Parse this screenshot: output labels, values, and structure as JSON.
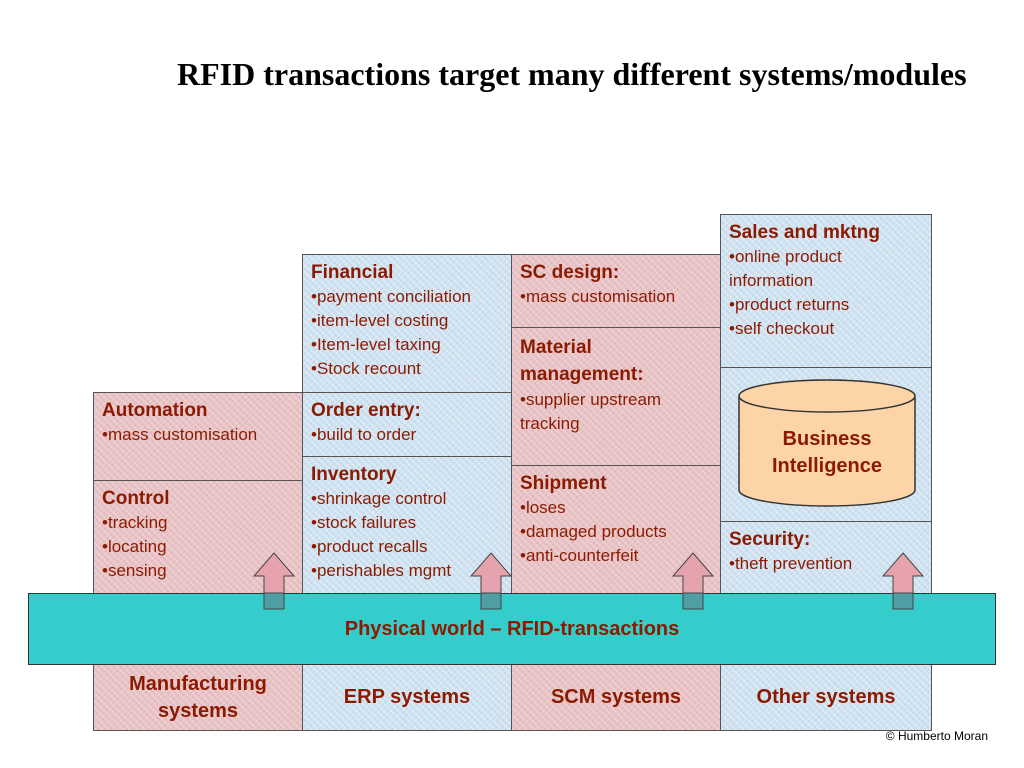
{
  "title": "RFID transactions target many different systems/modules",
  "columns": {
    "manufacturing": {
      "automation": {
        "head": "Automation",
        "items": [
          "•mass customisation"
        ]
      },
      "control": {
        "head": "Control",
        "items": [
          "•tracking",
          "•locating",
          "•sensing"
        ]
      },
      "system": "Manufacturing systems"
    },
    "erp": {
      "financial": {
        "head": "Financial",
        "items": [
          "•payment conciliation",
          "•item-level costing",
          "•Item-level taxing",
          "•Stock recount"
        ]
      },
      "order_entry": {
        "head": "Order entry:",
        "items": [
          "•build to order"
        ]
      },
      "inventory": {
        "head": "Inventory",
        "items": [
          "•shrinkage control",
          "•stock failures",
          "•product recalls",
          "•perishables mgmt"
        ]
      },
      "system": "ERP systems"
    },
    "scm": {
      "sc_design": {
        "head": "SC design:",
        "items": [
          "•mass customisation"
        ]
      },
      "material": {
        "head": "Material management:",
        "items": [
          "•supplier upstream tracking"
        ]
      },
      "shipment": {
        "head": "Shipment",
        "items": [
          "•loses",
          "•damaged products",
          "•anti-counterfeit"
        ]
      },
      "system": "SCM systems"
    },
    "other": {
      "sales": {
        "head": "Sales and mktng",
        "items": [
          "•online product information",
          "•product returns",
          "•self checkout"
        ]
      },
      "bi": "Business Intelligence",
      "security": {
        "head": "Security:",
        "items": [
          "•theft prevention"
        ]
      },
      "system": "Other systems"
    }
  },
  "band": "Physical world – RFID-transactions",
  "credit": "© Humberto Moran",
  "colors": {
    "pink_fill": "#e8c2c4",
    "blue_fill": "#cfe2f1",
    "band_fill": "#35cccc",
    "cylinder_fill": "#fcd4a8",
    "text": "#8b1a00",
    "arrow_fill": "#e7a3ad",
    "arrow_stem": "#4e9ea3"
  }
}
